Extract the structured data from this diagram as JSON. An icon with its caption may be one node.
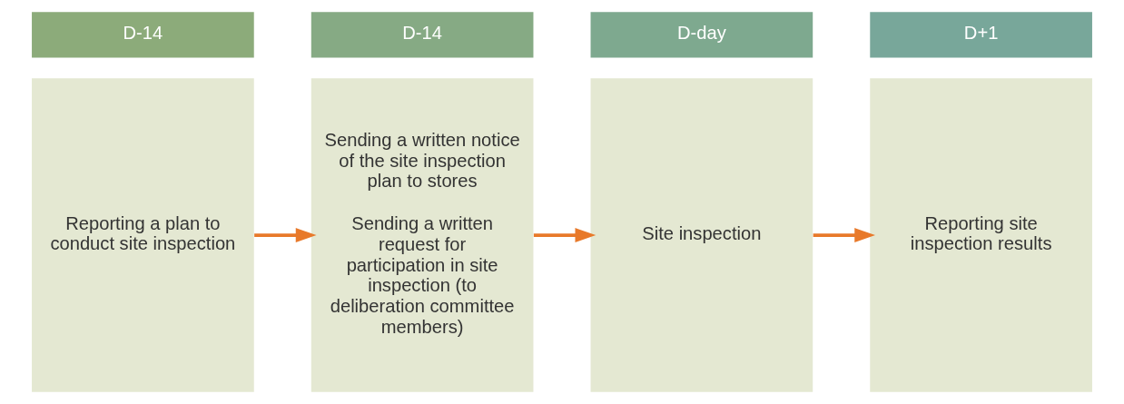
{
  "diagram": {
    "nodes": [
      {
        "text": [
          "D-14"
        ]
      },
      {
        "text": [
          "D-14"
        ]
      },
      {
        "text": [
          "D-day"
        ]
      },
      {
        "text": [
          "D+1"
        ]
      },
      {
        "text": [
          "Reporting a plan to conduct site inspection"
        ]
      },
      {
        "text": [
          "Sending a written notice of the site inspection plan to stores",
          "Sending a written request for participation in site inspection (to deliberation committee members)"
        ]
      },
      {
        "text": [
          "Site inspection"
        ]
      },
      {
        "text": [
          "Reporting site inspection results"
        ]
      }
    ],
    "edges": [
      {
        "from": 4,
        "to": 5,
        "arrow": "to"
      },
      {
        "from": 5,
        "to": 6,
        "arrow": "to"
      },
      {
        "from": 6,
        "to": 7,
        "arrow": "to"
      }
    ]
  }
}
